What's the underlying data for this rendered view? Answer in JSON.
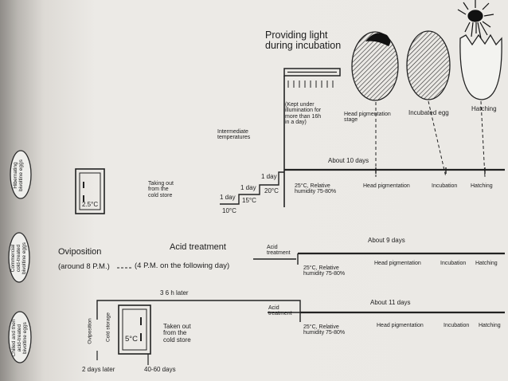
{
  "header": {
    "light_title": "Providing light\nduring incubation",
    "light_note": "(Kept under\nillumination for\nmore than 16h\nin a day)",
    "egg_labels": {
      "head_pigmentation": "Head pigmentation\nstage",
      "incubated_egg": "Incubated egg",
      "hatching": "Hatching"
    }
  },
  "rows": {
    "row1": {
      "side_label": "Hibernating\nbivoltine eggs",
      "box_temp": "2.5°C",
      "taking_out": "Taking out\nfrom the\ncold store",
      "intermediate": "Intermediate\ntemperatures",
      "steps": [
        {
          "duration": "1 day",
          "temp": "10°C"
        },
        {
          "duration": "1 day",
          "temp": "15°C"
        },
        {
          "duration": "1 day",
          "temp": "20°C"
        }
      ],
      "duration_label": "About 10 days",
      "conditions": "25°C, Relative\nhumidity 75-80%",
      "stages": [
        "Head pigmentation",
        "Incubation",
        "Hatching"
      ]
    },
    "row2": {
      "side_label": "Commercial\ncold-treated\nbivoltine eggs",
      "oviposition": "Oviposition",
      "oviposition_time": "(around 8 P.M.)",
      "acid_treatment": "Acid treatment",
      "acid_time": "(4 P.M. on the following day)",
      "acid_label": "Acid\ntreatment",
      "duration_label": "About 9 days",
      "conditions": "25°C, Relative\nhumidity 75-80%",
      "stages": [
        "Head pigmentation",
        "Incubation",
        "Hatching"
      ]
    },
    "row3": {
      "side_label": "Chilled and then\nacid-treated\nbivoltine eggs",
      "later_label": "3 6 h later",
      "oviposition_vertical": "Oviposition",
      "cold_storage_vertical": "Cold storage",
      "box_temp": "5°C",
      "taken_out": "Taken out\nfrom the\ncold store",
      "days_later": "2 days later",
      "storage_days": "40-60 days",
      "acid_label": "Acid\ntreatment",
      "duration_label": "About 11 days",
      "conditions": "25°C, Relative\nhumidity 75-80%",
      "stages": [
        "Head pigmentation",
        "Incubation",
        "Hatching"
      ]
    }
  }
}
